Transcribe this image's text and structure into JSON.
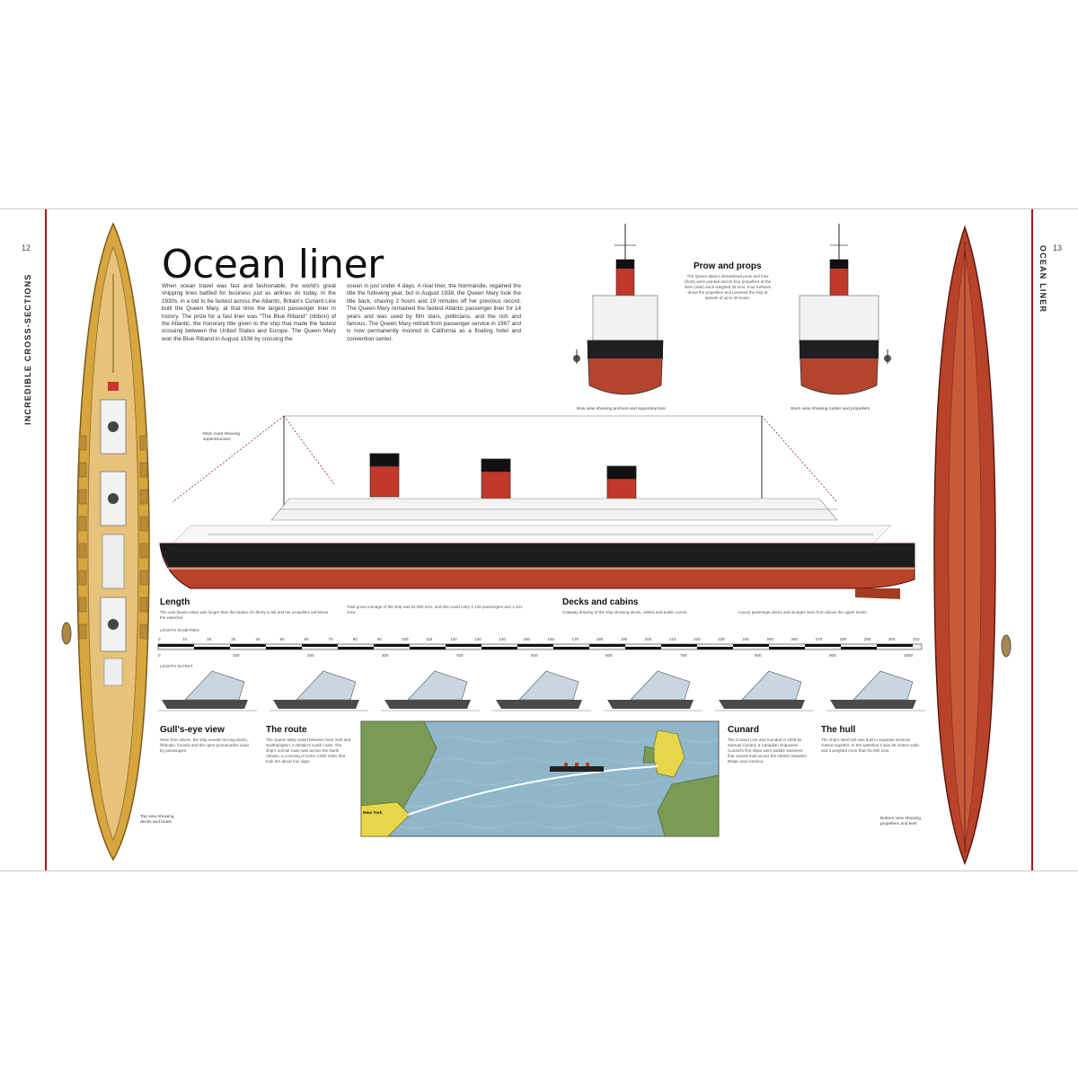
{
  "page": {
    "left_running_head": "INCREDIBLE CROSS-SECTIONS",
    "right_running_head": "OCEAN LINER",
    "left_page_number": "12",
    "right_page_number": "13",
    "accent_color": "#9b1b1b"
  },
  "main": {
    "title": "Ocean liner",
    "intro_col1": "When ocean travel was fast and fashionable, the world's great shipping lines battled for business just as airlines do today. In the 1930s, in a bid to be fastest across the Atlantic, Britain's Cunard Line built the Queen Mary, at that time the largest passenger liner in history. The prize for a fast liner was \"The Blue Riband\" (ribbon) of the Atlantic, the honorary title given to the ship that made the fastest crossing between the United States and Europe. The Queen Mary won the Blue Riband in August 1936 by crossing the",
    "intro_col2": "ocean in just under 4 days. A rival liner, the Normandie, regained the title the following year, but in August 1938, the Queen Mary took the title back, shaving 2 hours and 19 minutes off her previous record. The Queen Mary remained the fastest Atlantic passenger liner for 14 years and was used by film stars, politicians, and the rich and famous. The Queen Mary retired from passenger service in 1967 and is now permanently moored in California as a floating hotel and convention center."
  },
  "top_right": {
    "bow_caption": "Bow view showing anchors and superstructure",
    "stern_caption": "Stern view showing rudder and propellers",
    "prow_heading": "Prow and props",
    "prow_text": "The Queen Mary's streamlined prow and bow (front) were pointed and its four propellers at the stern (rear) each weighed 35 tons. Four turbines drove the propellers and powered the ship at speeds of up to 30 knots."
  },
  "side_view": {
    "mast_caption": "Main mast showing superstructure"
  },
  "length": {
    "heading": "Length",
    "text": "The vast Queen Mary was longer than the Statue of Liberty is tall and her propellers sat below the waterline."
  },
  "middle_note": {
    "text": "Total gross tonnage of the ship was 81,000 tons, and she could carry 2,139 passengers and 1,101 crew."
  },
  "decks": {
    "heading": "Decks and cabins",
    "text": "Cutaway drawing of the ship showing decks, cabins and public rooms."
  },
  "right_note": {
    "text": "Luxury passenger decks and lounges seen from above the upper decks."
  },
  "ruler": {
    "top_label": "LENGTH IN METRES",
    "bottom_label": "LENGTH IN FEET",
    "metre_ticks": [
      "0",
      "10",
      "20",
      "30",
      "40",
      "50",
      "60",
      "70",
      "80",
      "90",
      "100",
      "110",
      "120",
      "130",
      "140",
      "150",
      "160",
      "170",
      "180",
      "190",
      "200",
      "210",
      "220",
      "230",
      "240",
      "250",
      "260",
      "270",
      "280",
      "290",
      "300",
      "310"
    ],
    "feet_ticks": [
      "0",
      "100",
      "200",
      "300",
      "400",
      "500",
      "600",
      "700",
      "800",
      "900",
      "1000"
    ]
  },
  "gulls_eye": {
    "heading": "Gull's-eye view",
    "text": "Seen from above, the ship reveals its long decks, lifeboats, funnels and the open promenades used by passengers."
  },
  "route": {
    "heading": "The route",
    "text": "The Queen Mary sailed between New York and Southampton, in Britain's south coast. The ship's normal route was across the North Atlantic, a crossing of some 3,000 miles that took her about four days."
  },
  "map": {
    "label": "New York"
  },
  "cunard": {
    "heading": "Cunard",
    "text": "The Cunard Line was founded in 1839 by Samuel Cunard, a Canadian shipowner. Cunard's first ships were paddle steamers that carried mail across the Atlantic between Britain and America."
  },
  "hull": {
    "heading": "The hull",
    "text": "The ship's steel hull was built in separate sections riveted together. At the waterline it was 36 meters wide, and it weighed more than 81,000 tons."
  },
  "left_ship_caption": "Top view showing decks and boats",
  "right_ship_caption": "Bottom view showing propellers and keel"
}
